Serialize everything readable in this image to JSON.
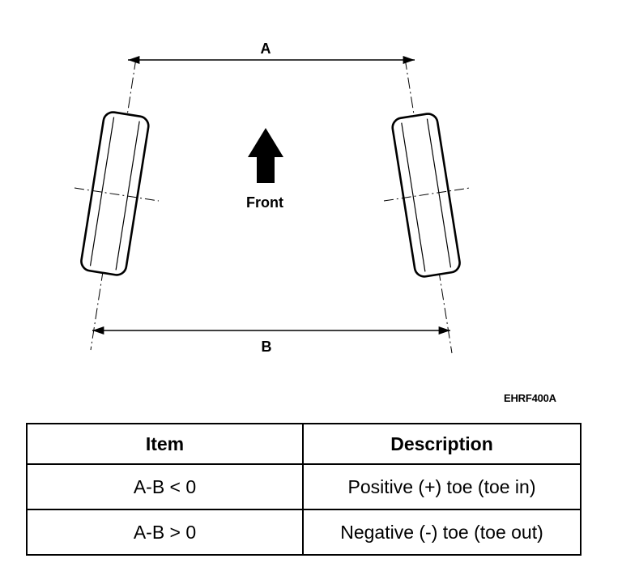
{
  "diagram": {
    "label_a": "A",
    "label_b": "B",
    "front_label": "Front"
  },
  "figure_code": "EHRF400A",
  "table": {
    "headers": [
      "Item",
      "Description"
    ],
    "rows": [
      {
        "item": "A-B < 0",
        "description": "Positive (+) toe (toe in)"
      },
      {
        "item": "A-B > 0",
        "description": "Negative (-) toe (toe out)"
      }
    ]
  }
}
